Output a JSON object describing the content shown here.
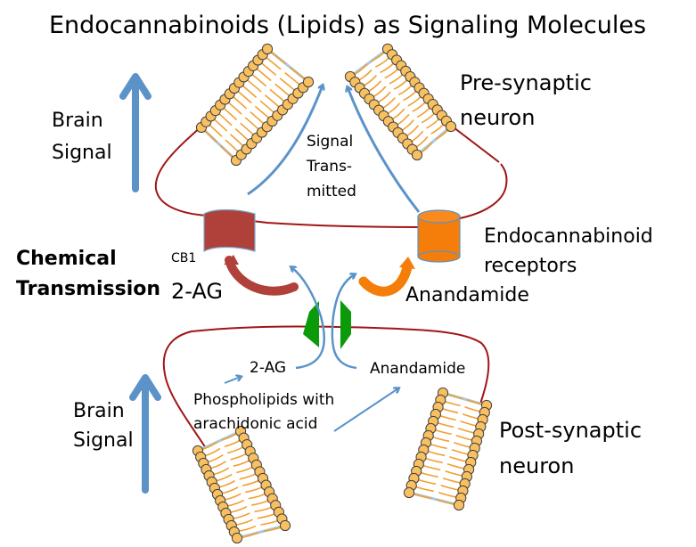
{
  "title": "Endocannabinoids (Lipids) as Signaling Molecules",
  "labels": {
    "pre_synaptic": [
      "Pre-synaptic",
      "neuron"
    ],
    "post_synaptic": [
      "Post-synaptic",
      "neuron"
    ],
    "brain_signal_top": [
      "Brain",
      "Signal"
    ],
    "brain_signal_bottom": [
      "Brain",
      "Signal"
    ],
    "signal_transmitted": [
      "Signal",
      "Trans-",
      "mitted"
    ],
    "chemical_transmission": [
      "Chemical",
      "Transmission"
    ],
    "cb1": "CB1",
    "two_ag_large": "2-AG",
    "anandamide_large": "Anandamide",
    "endocannabinoid_receptors": [
      "Endocannabinoid",
      "receptors"
    ],
    "two_ag_small": "2-AG",
    "anandamide_small": "Anandamide",
    "phospholipids": [
      "Phospholipids with",
      "arachidonic acid"
    ]
  },
  "colors": {
    "membrane": "#a01515",
    "arrow_blue": "#5b93c9",
    "cb1_receptor": "#b0403a",
    "endo_receptor": "#f57d0a",
    "transporter": "#0a9a0a",
    "lipid_head": "#f8c060",
    "lipid_tail": "#f0a030",
    "bilayer_bg": "#a8c8e0"
  }
}
